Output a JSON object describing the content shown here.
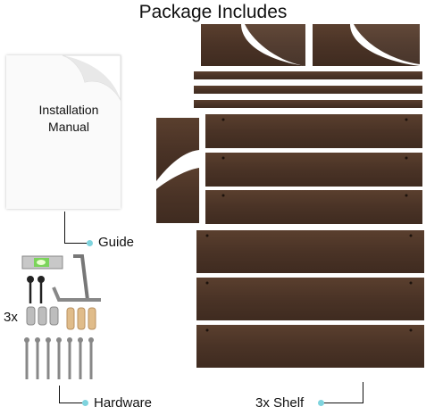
{
  "title": "Package Includes",
  "manual_text_line1": "Installation",
  "manual_text_line2": "Manual",
  "guide_label": "Guide",
  "hardware_label": "Hardware",
  "shelf_label": "3x Shelf",
  "anchor_count": "3x",
  "colors": {
    "wood": "#4a3326",
    "wood_dark": "#3a271c",
    "accent_dot": "#7fd4de",
    "level": "#7bd45a"
  }
}
